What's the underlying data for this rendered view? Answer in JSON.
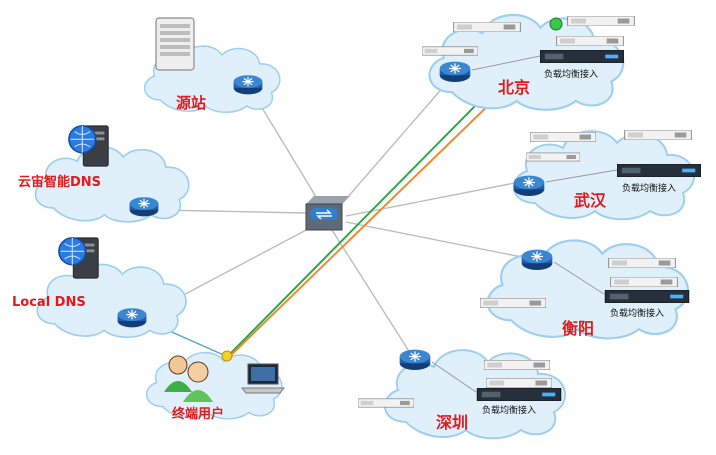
{
  "labels": {
    "origin": "源站",
    "smart_dns": "云宙智能DNS",
    "local_dns": "Local DNS",
    "end_user": "终端用户",
    "beijing": "北京",
    "wuhan": "武汉",
    "hengyang": "衡阳",
    "shenzhen": "深圳",
    "load_balancer": "负载均衡接入"
  },
  "colors": {
    "cloud_fill": "#dff0fb",
    "cloud_stroke": "#9ecfee",
    "gray_link": "#bdbdbd",
    "green_link": "#2aa84a",
    "orange_link": "#ef8a2e",
    "label_red": "#e31a1c",
    "router_blue": "#1f5ea8"
  },
  "icons": [
    "server-tower-icon",
    "router-icon",
    "dns-globe-server-icon",
    "central-switch-icon",
    "rack-server-icon",
    "load-balancer-icon",
    "users-icon",
    "laptop-icon",
    "green-node-icon",
    "yellow-node-icon"
  ]
}
